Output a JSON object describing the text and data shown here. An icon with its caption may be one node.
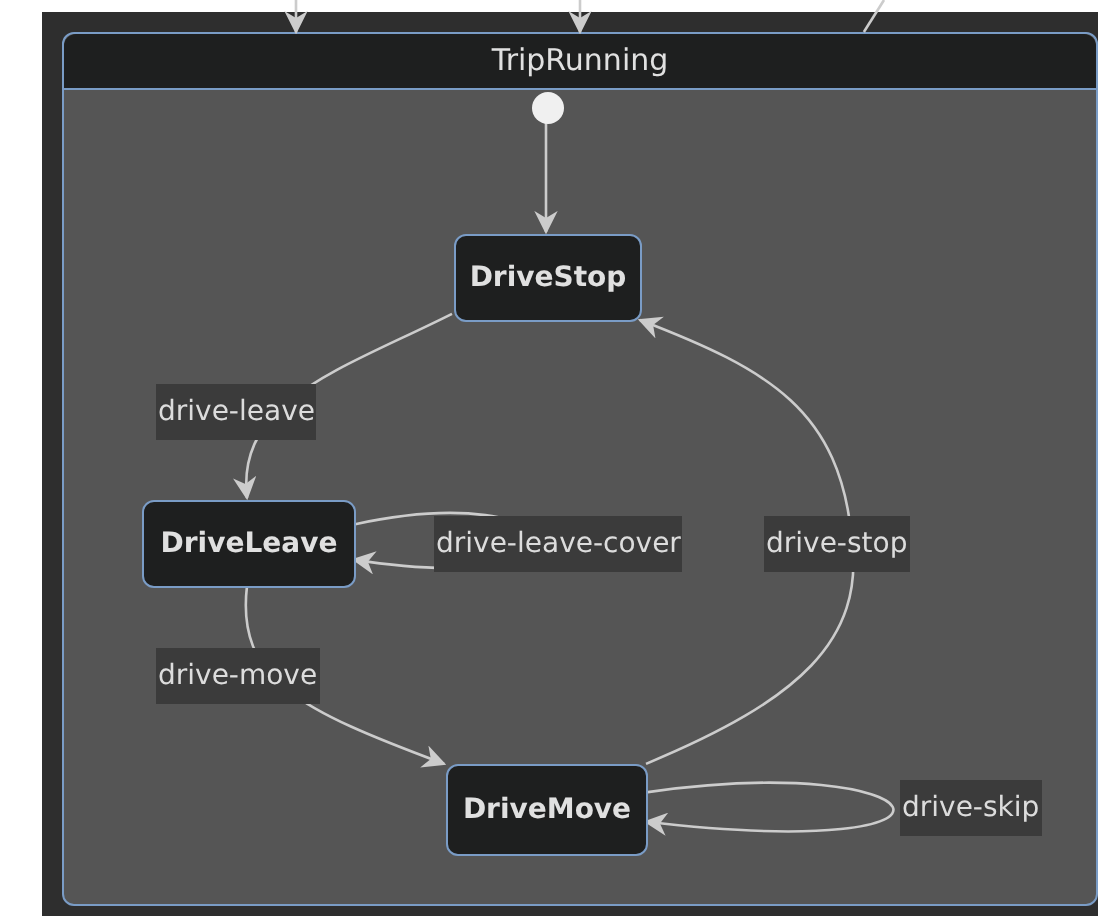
{
  "diagram": {
    "nodes": [
      {
        "text": [
          "TripRunning"
        ]
      },
      {
        "text": [],
        "shape": "circle",
        "in": 0
      },
      {
        "text": [
          "DriveStop"
        ],
        "in": 0
      },
      {
        "text": [
          "DriveLeave"
        ],
        "in": 0
      },
      {
        "text": [
          "DriveMove"
        ],
        "in": 0
      }
    ],
    "edges": [
      {
        "from": null,
        "to": 0,
        "arrow": "to"
      },
      {
        "from": null,
        "to": 0,
        "arrow": "to"
      },
      {
        "from": 0,
        "to": null,
        "arrow": "none"
      },
      {
        "from": 1,
        "to": 2,
        "arrow": "to"
      },
      {
        "from": 2,
        "to": 3,
        "arrow": "to",
        "label": "drive-leave"
      },
      {
        "from": 3,
        "to": 3,
        "arrow": "to",
        "label": "drive-leave-cover"
      },
      {
        "from": 3,
        "to": 4,
        "arrow": "to",
        "label": "drive-move"
      },
      {
        "from": 4,
        "to": 2,
        "arrow": "to",
        "label": "drive-stop"
      },
      {
        "from": 4,
        "to": 4,
        "arrow": "to",
        "label": "drive-skip"
      }
    ]
  }
}
